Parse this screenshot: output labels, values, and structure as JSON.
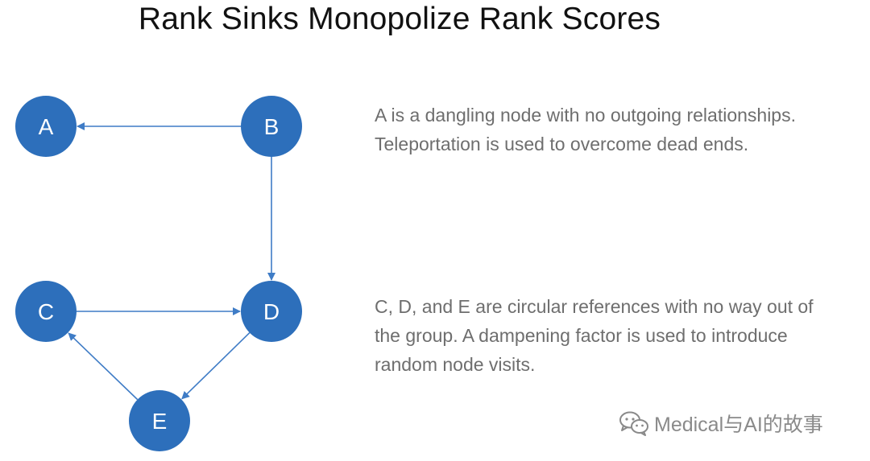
{
  "title": "Rank Sinks Monopolize Rank Scores",
  "colors": {
    "node_fill": "#2d6fbb",
    "edge": "#3f7cc6",
    "node_label": "#ffffff",
    "title": "#111111",
    "description": "#6e6e6e",
    "watermark": "#8a8a8a"
  },
  "nodes": [
    {
      "id": "A",
      "label": "A"
    },
    {
      "id": "B",
      "label": "B"
    },
    {
      "id": "C",
      "label": "C"
    },
    {
      "id": "D",
      "label": "D"
    },
    {
      "id": "E",
      "label": "E"
    }
  ],
  "edges": [
    {
      "from": "B",
      "to": "A"
    },
    {
      "from": "B",
      "to": "D"
    },
    {
      "from": "C",
      "to": "D"
    },
    {
      "from": "D",
      "to": "E"
    },
    {
      "from": "E",
      "to": "C"
    }
  ],
  "descriptions": [
    "A  is a dangling node with no outgoing relationships.\nTeleportation is used to overcome dead ends.",
    "C, D, and E are circular references with no way out of\nthe  group. A dampening factor is used to introduce\nrandom node visits."
  ],
  "watermark": {
    "icon": "wechat-icon",
    "text": "Medical与AI的故事"
  }
}
